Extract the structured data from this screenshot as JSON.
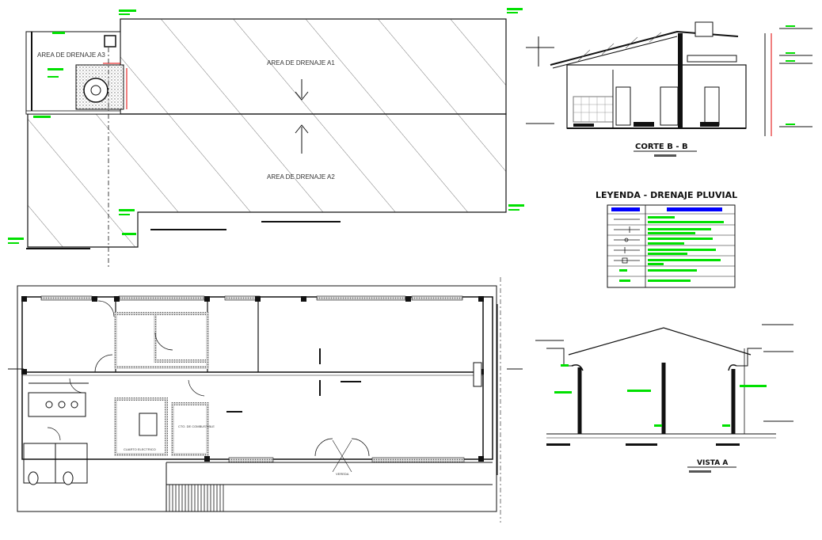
{
  "labels": {
    "area_a1": "AREA DE DRENAJE A1",
    "area_a2": "AREA DE DRENAJE A2",
    "area_a3": "AREA DE DRENAJE A3",
    "corte": "CORTE B - B",
    "legend_title": "LEYENDA - DRENAJE PLUVIAL",
    "vista": "VISTA A",
    "room_cto": "CTO. DE COMBUSTIBLE",
    "room_cuarto": "CUARTO ELECTRICO",
    "vereda": "VEREDA"
  },
  "colors": {
    "line": "#111111",
    "accent": "#00e000",
    "legend_blue": "#0000ff",
    "title_red": "#ff0000"
  },
  "icons": {
    "arrow_down": "arrow-down-icon",
    "arrow_up": "arrow-up-icon"
  }
}
